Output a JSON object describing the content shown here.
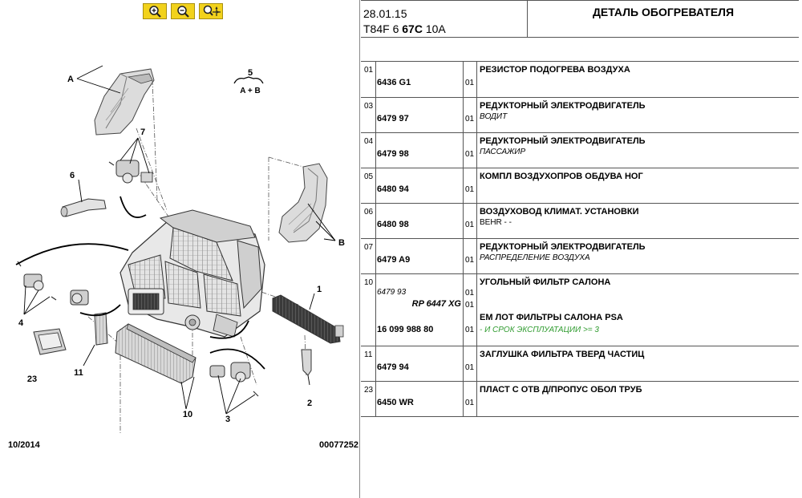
{
  "diagram": {
    "callouts": {
      "a": "A",
      "b": "B",
      "n5": "5",
      "n5sub": "A + B",
      "n1": "1",
      "n2": "2",
      "n3": "3",
      "n4": "4",
      "n6": "6",
      "n7": "7",
      "n10": "10",
      "n11": "11",
      "n23": "23"
    },
    "footer_date": "10/2014",
    "footer_code": "00077252"
  },
  "header": {
    "date": "28.01.15",
    "code_prefix": "T84F 6",
    "code_bold": "67C",
    "code_suffix": "10A",
    "title": "ДЕТАЛЬ ОБОГРЕВАТЕЛЯ"
  },
  "parts": [
    {
      "idx": "01",
      "ref": "6436 G1",
      "qty": "01",
      "desc": "РЕЗИСТОР ПОДОГРЕВА ВОЗДУХА",
      "note": ""
    },
    {
      "idx": "03",
      "ref": "6479 97",
      "qty": "01",
      "desc": "РЕДУКТОРНЫЙ ЭЛЕКТРОДВИГАТЕЛЬ",
      "note": "ВОДИТ"
    },
    {
      "idx": "04",
      "ref": "6479 98",
      "qty": "01",
      "desc": "РЕДУКТОРНЫЙ ЭЛЕКТРОДВИГАТЕЛЬ",
      "note": "ПАССАЖИР"
    },
    {
      "idx": "05",
      "ref": "6480 94",
      "qty": "01",
      "desc": "КОМПЛ ВОЗДУХОПРОВ ОБДУВА НОГ",
      "note": ""
    },
    {
      "idx": "06",
      "ref": "6480 98",
      "qty": "01",
      "desc": "ВОЗДУХОВОД КЛИМАТ. УСТАНОВКИ",
      "note": "BEHR - -"
    },
    {
      "idx": "07",
      "ref": "6479 A9",
      "qty": "01",
      "desc": "РЕДУКТОРНЫЙ ЭЛЕКТРОДВИГАТЕЛЬ",
      "note": "РАСПРЕДЕЛЕНИЕ ВОЗДУХА"
    },
    {
      "idx": "11",
      "ref": "6479 94",
      "qty": "01",
      "desc": "ЗАГЛУШКА ФИЛЬТРА ТВЕРД ЧАСТИЦ",
      "note": ""
    },
    {
      "idx": "23",
      "ref": "6450 WR",
      "qty": "01",
      "desc": "ПЛАСТ С ОТВ Д/ПРОПУС ОБОЛ ТРУБ",
      "note": ""
    }
  ],
  "part10": {
    "idx": "10",
    "ref1": "6479 93",
    "qty1": "01",
    "ref2": "RP 6447 XG",
    "qty2": "01",
    "ref3": "16 099 988 80",
    "qty3": "01",
    "desc1": "УГОЛЬНЫЙ ФИЛЬТР САЛОНА",
    "desc2": "ЕМ ЛОТ ФИЛЬТРЫ САЛОНА PSA",
    "note": "- И СРОК ЭКСПЛУАТАЦИИ >= 3"
  },
  "colors": {
    "zoom_button": "#f2d21c",
    "note_green": "#2f9b2f",
    "grid_line": "#555555"
  },
  "icons": [
    "zoom-in-icon",
    "zoom-out-icon",
    "zoom-fit-icon"
  ]
}
